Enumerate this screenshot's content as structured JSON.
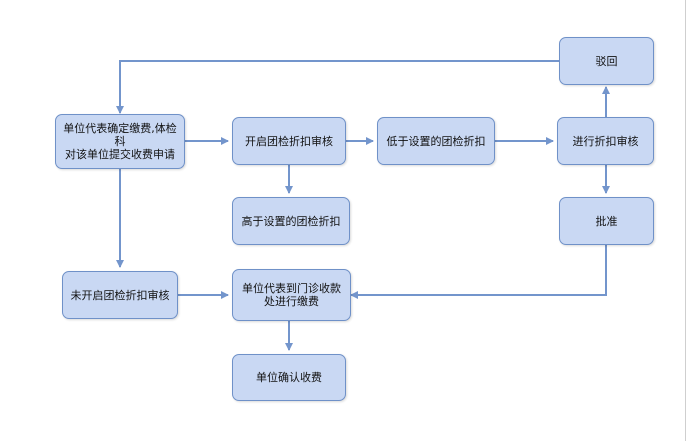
{
  "nodes": {
    "reject": "驳回",
    "submit": "单位代表确定缴费,体检科\n对该单位提交收费申请",
    "enable_review": "开启团检折扣审核",
    "below_discount": "低于设置的团检折扣",
    "conduct_review": "进行折扣审核",
    "above_discount": "高于设置的团检折扣",
    "approve": "批准",
    "disable_review": "未开启团检折扣审核",
    "go_pay": "单位代表到门诊收款\n处进行缴费",
    "confirm_fee": "单位确认收费"
  },
  "colors": {
    "node_fill": "#c9d8f3",
    "node_border": "#6f91c8",
    "edge": "#7395cc"
  }
}
